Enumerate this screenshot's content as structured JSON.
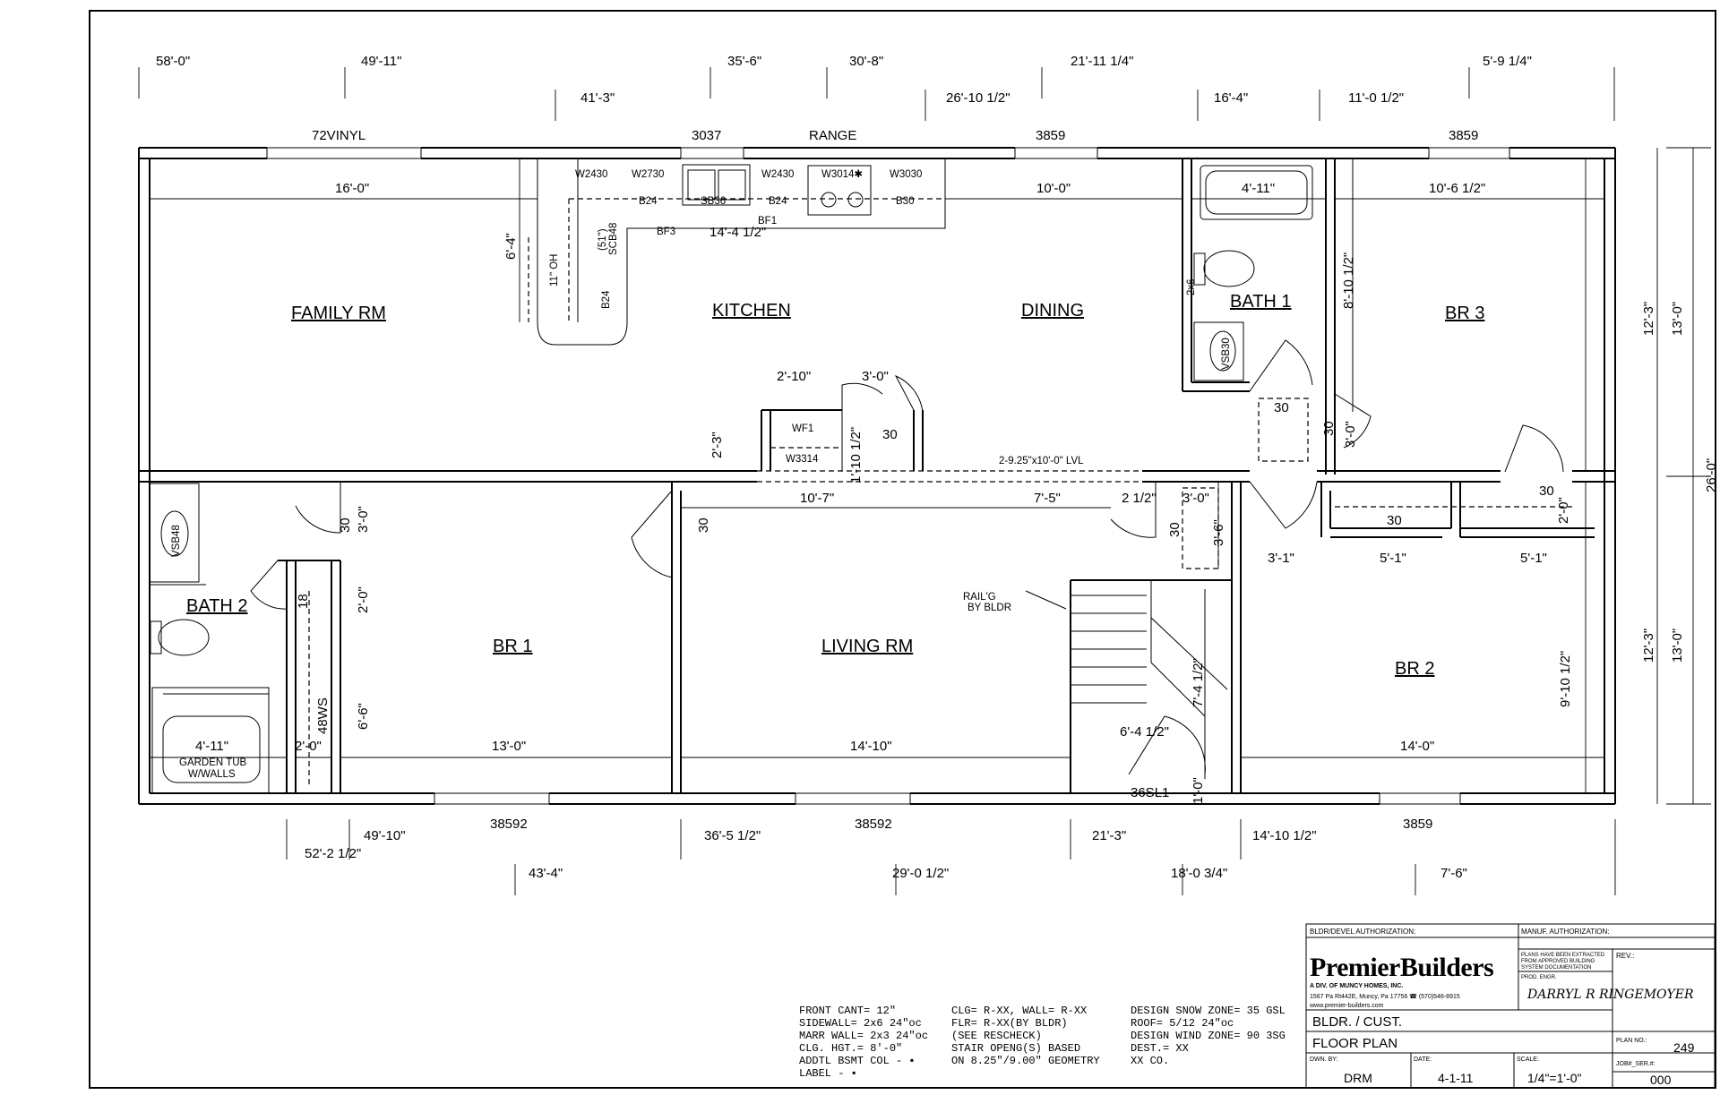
{
  "top_dims_row1": [
    "58'-0\"",
    "49'-11\"",
    "35'-6\"",
    "30'-8\"",
    "21'-11 1/4\"",
    "5'-9 1/4\""
  ],
  "top_dims_row2": [
    "41'-3\"",
    "26'-10 1/2\"",
    "16'-4\"",
    "11'-0 1/2\""
  ],
  "top_windows": [
    "72VINYL",
    "3037",
    "RANGE",
    "3859",
    "3859"
  ],
  "bottom_dims_row1": [
    "49'-10\"",
    "36'-5 1/2\"",
    "21'-3\"",
    "14'-10 1/2\""
  ],
  "bottom_dims_row2": [
    "52'-2 1/2\"",
    "43'-4\"",
    "29'-0 1/2\"",
    "18'-0 3/4\"",
    "7'-6\""
  ],
  "bottom_windows": [
    "38592",
    "38592",
    "3859"
  ],
  "rooms": {
    "family": "FAMILY RM",
    "kitchen": "KITCHEN",
    "dining": "DINING",
    "bath1": "BATH 1",
    "br3": "BR 3",
    "bath2": "BATH 2",
    "br1": "BR 1",
    "living": "LIVING RM",
    "br2": "BR 2"
  },
  "interior_dims": {
    "family_width": "16'-0\"",
    "dining_width": "10'-0\"",
    "bath1_width": "4'-11\"",
    "br3_width": "10'-6 1/2\"",
    "kitchen_counter": "14'-4 1/2\"",
    "kitchen_depth": "6'-4\"",
    "oh": "11\" OH",
    "br3_depth": "8'-10 1/2\"",
    "br3_2x6": "2x6",
    "stair_w": "2'-10\"",
    "stair_door": "3'-0\"",
    "stair_h": "2'-3\"",
    "stair_side": "1'-10 1/2\"",
    "beam": "2-9.25\"x10'-0\" LVL",
    "hall_1": "10'-7\"",
    "hall_2": "7'-5\"",
    "hall_3": "2 1/2\"",
    "hall_4": "3'-0\"",
    "hall_5": "3'-6\"",
    "bath2_tub": "4'-11\"",
    "bath2_w": "2'-0\"",
    "br1_width": "13'-0\"",
    "living_width": "14'-10\"",
    "br2_width": "14'-0\"",
    "stair_run": "6'-4 1/2\"",
    "stair_len": "7'-4 1/2\"",
    "br2_depth": "9'-10 1/2\"",
    "closet_1": "3'-1\"",
    "closet_2": "5'-1\"",
    "closet_3": "5'-1\"",
    "closet_4": "2'-0\"",
    "br1_d1": "3'-0\"",
    "br1_d2": "2'-0\"",
    "br1_d3": "6'-6\"",
    "sl_1": "1'-0\"",
    "sl_door": "36SL1",
    "door_3": "3'-0\"",
    "right_1": "12'-3\"",
    "right_2": "13'-0\"",
    "right_3": "26'-0\"",
    "right_4": "12'-3\"",
    "right_5": "13'-0\""
  },
  "fixtures": {
    "w2430a": "W2430",
    "w2730": "W2730",
    "w2430b": "W2430",
    "w3014": "W3014✱",
    "w3030": "W3030",
    "b24a": "B24",
    "sb36": "SB36",
    "b24b": "B24",
    "b30": "B30",
    "bf1": "BF1",
    "bf3": "BF3",
    "scb48": "SCB48",
    "cb51": "(51\")",
    "b24v": "B24",
    "wf1": "WF1",
    "w3314": "W3314",
    "vsb30": "VSB30",
    "vsb48": "VSB48",
    "garden_tub_1": "GARDEN TUB",
    "garden_tub_2": "W/WALLS",
    "ws48": "48WS",
    "d18": "18",
    "rail_1": "RAIL'G",
    "rail_2": "BY BLDR",
    "door30": "30"
  },
  "notes": {
    "col1": [
      "FRONT CANT= 12\"",
      "SIDEWALL=  2x6 24\"oc",
      "MARR WALL= 2x3 24\"oc",
      "CLG. HGT.=  8'-0\"",
      "ADDTL BSMT COL - ▪",
      "LABEL - ▪"
    ],
    "col2": [
      "CLG= R-XX, WALL= R-XX",
      "  FLR= R-XX(BY BLDR)",
      "  (SEE RESCHECK)",
      "STAIR OPENG(S) BASED",
      "  ON 8.25\"/9.00\" GEOMETRY"
    ],
    "col3": [
      "DESIGN SNOW ZONE= 35 GSL",
      "ROOF= 5/12 24\"oc",
      "DESIGN WIND ZONE= 90 3SG",
      "DEST.= XX",
      "      XX CO."
    ]
  },
  "title_block": {
    "bldr_auth": "BLDR/DEVEL AUTHORIZATION:",
    "manuf_auth": "MANUF. AUTHORIZATION:",
    "brand": "PremierBuilders",
    "brand_sub": "A DIV. OF MUNCY HOMES, INC.",
    "address": "1567 Pa Rt442E, Muncy, Pa 17756  ☎ (570)546-8915",
    "web": "www.premier-builders.com",
    "extracted": [
      "PLANS HAVE BEEN EXTRACTED",
      "FROM APPROVED BUILDING",
      "SYSTEM DOCUMENTATION"
    ],
    "prod_engr": "PROD. ENGR.",
    "engineer": "DARRYL R RINGEMOYER",
    "rev": "REV.:",
    "customer": "BLDR. / CUST.",
    "sheet": "FLOOR PLAN",
    "plan_no_label": "PLAN NO.:",
    "plan_no": "249",
    "dwn_by_label": "DWN. BY:",
    "dwn_by": "DRM",
    "date_label": "DATE:",
    "date": "4-1-11",
    "scale_label": "SCALE:",
    "scale": "1/4\"=1'-0\"",
    "job_label": "JOB#_SER.#:",
    "job": "000"
  }
}
